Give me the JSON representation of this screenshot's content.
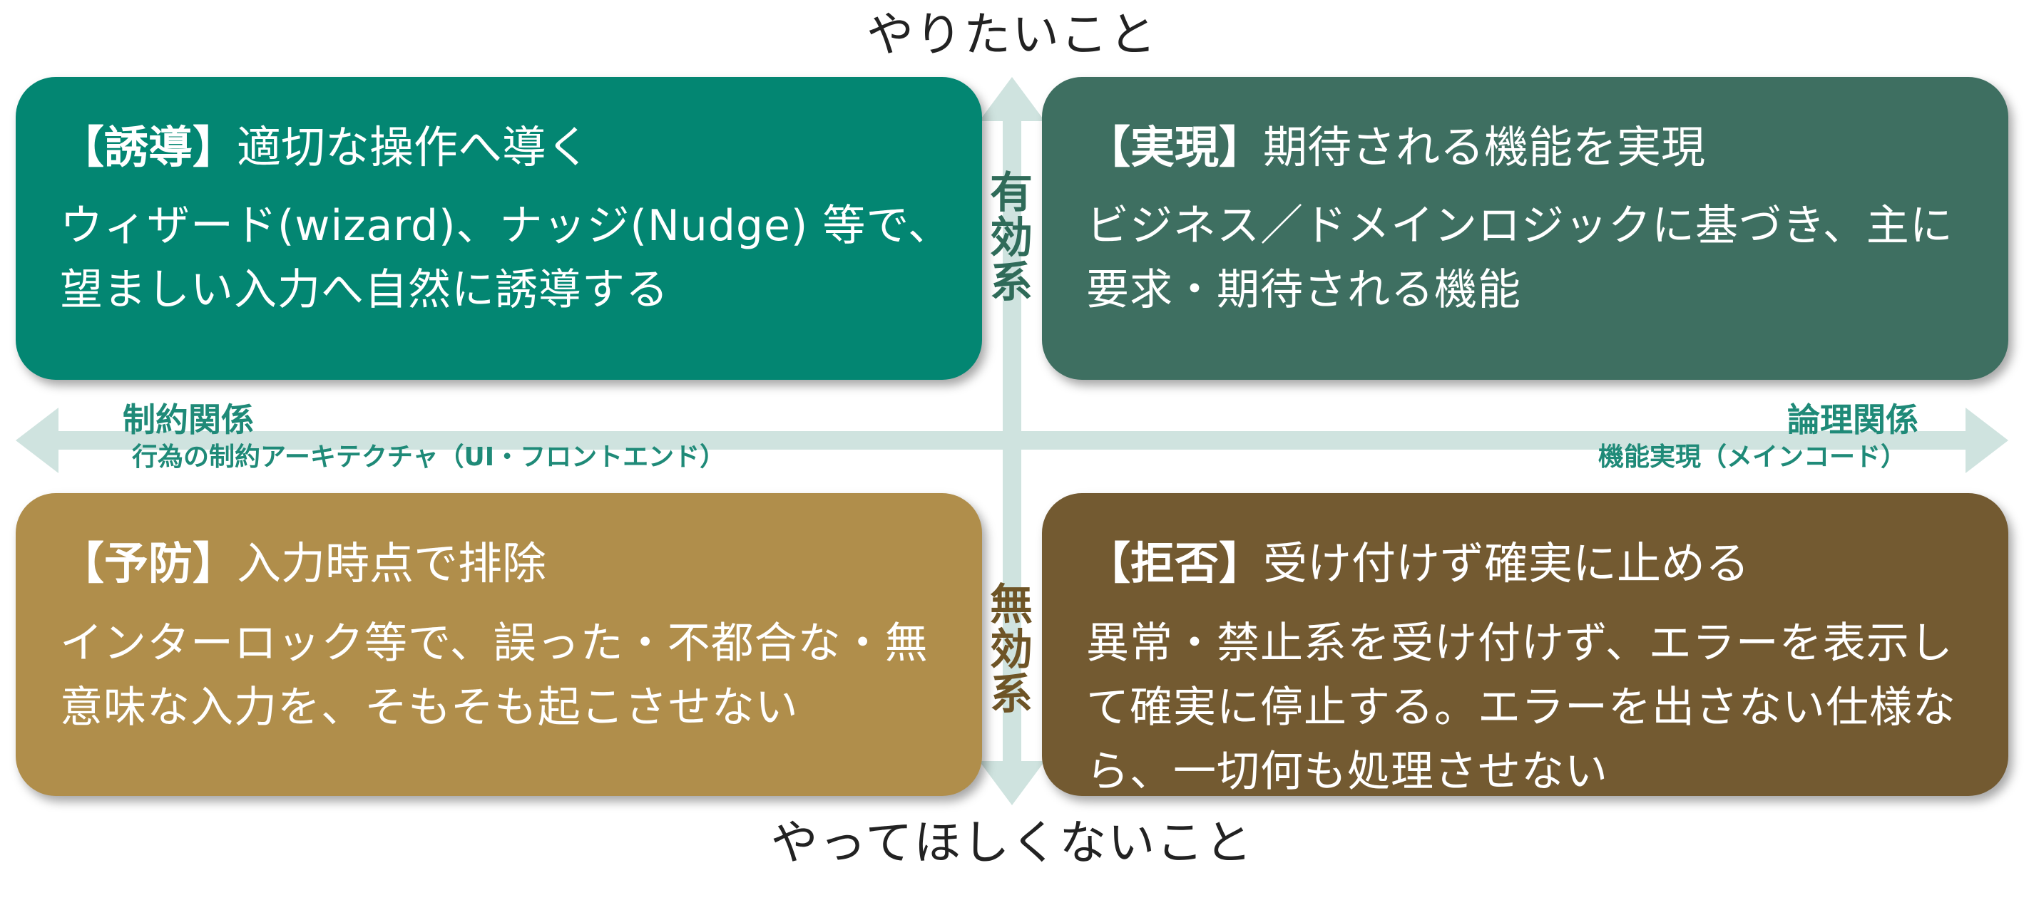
{
  "axis": {
    "top": "やりたいこと",
    "bottom": "やってほしくないこと",
    "vertical_upper": "有効系",
    "vertical_lower": "無効系",
    "left_main": "制約関係",
    "left_sub": "行為の制約アーキテクチャ（UI・フロントエンド）",
    "right_main": "論理関係",
    "right_sub": "機能実現（メインコード）"
  },
  "quadrants": {
    "top_left": {
      "tag": "【誘導】",
      "title": "適切な操作へ導く",
      "body": "ウィザード(wizard)、ナッジ(Nudge) 等で、望ましい入力へ自然に誘導する"
    },
    "top_right": {
      "tag": "【実現】",
      "title": "期待される機能を実現",
      "body": "ビジネス／ドメインロジックに基づき、主に要求・期待される機能"
    },
    "bottom_left": {
      "tag": "【予防】",
      "title": "入力時点で排除",
      "body": "インターロック等で、誤った・不都合な・無意味な入力を、そもそも起こさせない"
    },
    "bottom_right": {
      "tag": "【拒否】",
      "title": "受け付けず確実に止める",
      "body": "異常・禁止系を受け付けず、エラーを表示して確実に停止する。エラーを出さない仕様なら、一切何も処理させない"
    }
  },
  "colors": {
    "top_left": "#038672",
    "top_right": "#3e6f61",
    "bottom_left": "#b08e4b",
    "bottom_right": "#735a31",
    "axis": "#cfe3df",
    "horizontal_label": "#1f8a78"
  }
}
